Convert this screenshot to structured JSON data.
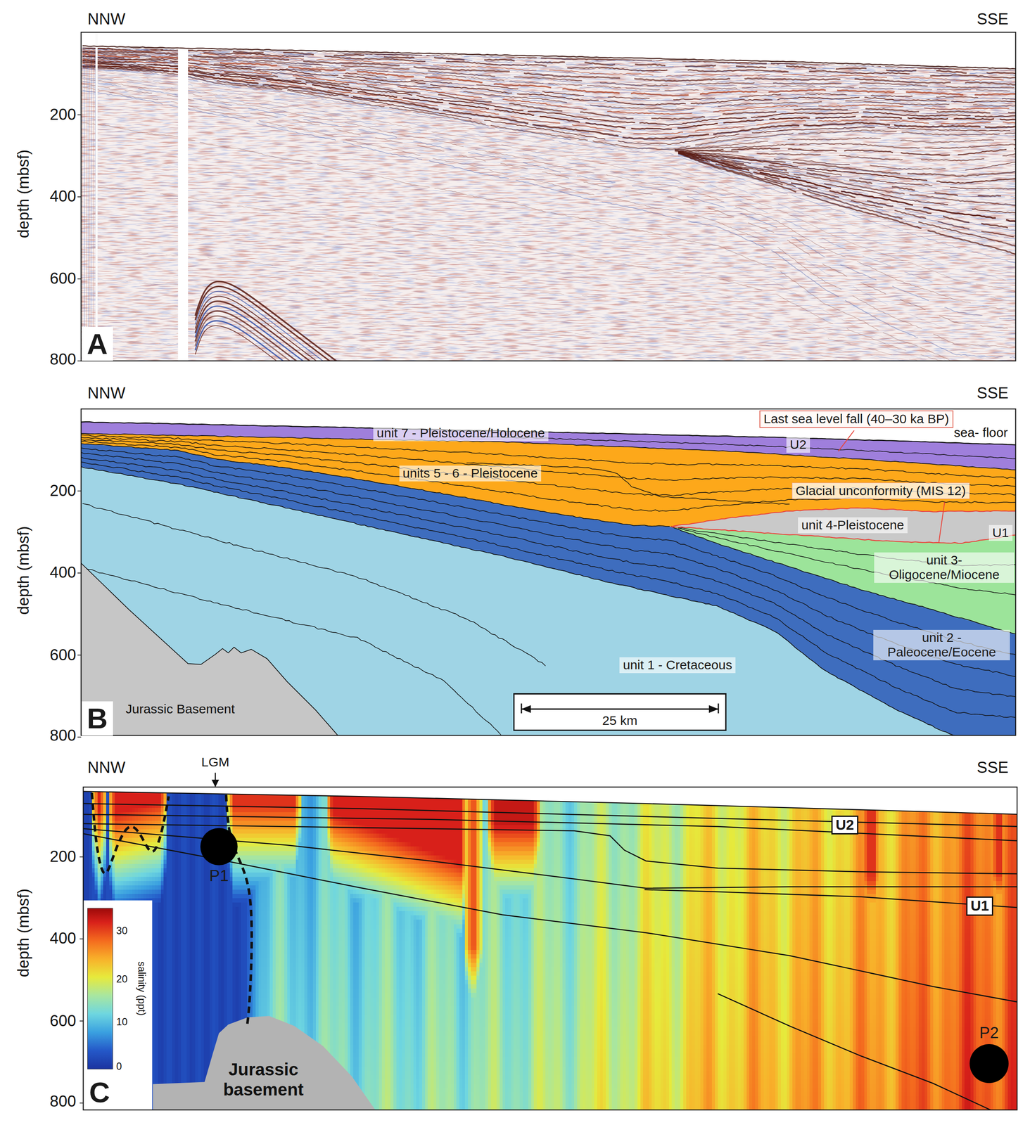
{
  "diagram": {
    "nodes": [
      {
        "text": [
          "A"
        ]
      },
      {
        "text": [
          "Last sea level fall (40–30 ka BP)"
        ]
      },
      {
        "text": [
          "unit 7 - Pleistocene/Holocene"
        ]
      },
      {
        "text": [
          "U2"
        ]
      },
      {
        "text": [
          "units 5 - 6 - Pleistocene"
        ]
      },
      {
        "text": [
          "Glacial unconformity (MIS 12)"
        ]
      },
      {
        "text": [
          "unit 4-Pleistocene"
        ]
      },
      {
        "text": [
          "U1"
        ]
      },
      {
        "text": [
          "unit 3- Oligocene/Miocene"
        ]
      },
      {
        "text": [
          "unit 2 - Paleocene/Eocene"
        ]
      },
      {
        "text": [
          "unit 1 - Cretaceous"
        ]
      },
      {
        "text": [
          "25 km"
        ]
      },
      {
        "text": [
          "B"
        ]
      },
      {
        "text": [
          "P1"
        ]
      },
      {
        "text": [
          "U2"
        ]
      },
      {
        "text": [
          "U1"
        ]
      },
      {
        "text": [
          "P2"
        ]
      },
      {
        "text": [
          "C"
        ]
      }
    ],
    "labels": [
      "NNW",
      "SSE",
      "depth (mbsf)",
      "200",
      "400",
      "600",
      "800",
      "NNW",
      "SSE",
      "depth (mbsf)",
      "200",
      "400",
      "600",
      "800",
      "sea- floor",
      "Jurassic Basement",
      "NNW",
      "SSE",
      "LGM",
      "depth (mbsf)",
      "200",
      "400",
      "600",
      "800",
      "Jurassic basement",
      "salinity (ppt)",
      "30",
      "20",
      "10",
      "0"
    ]
  }
}
